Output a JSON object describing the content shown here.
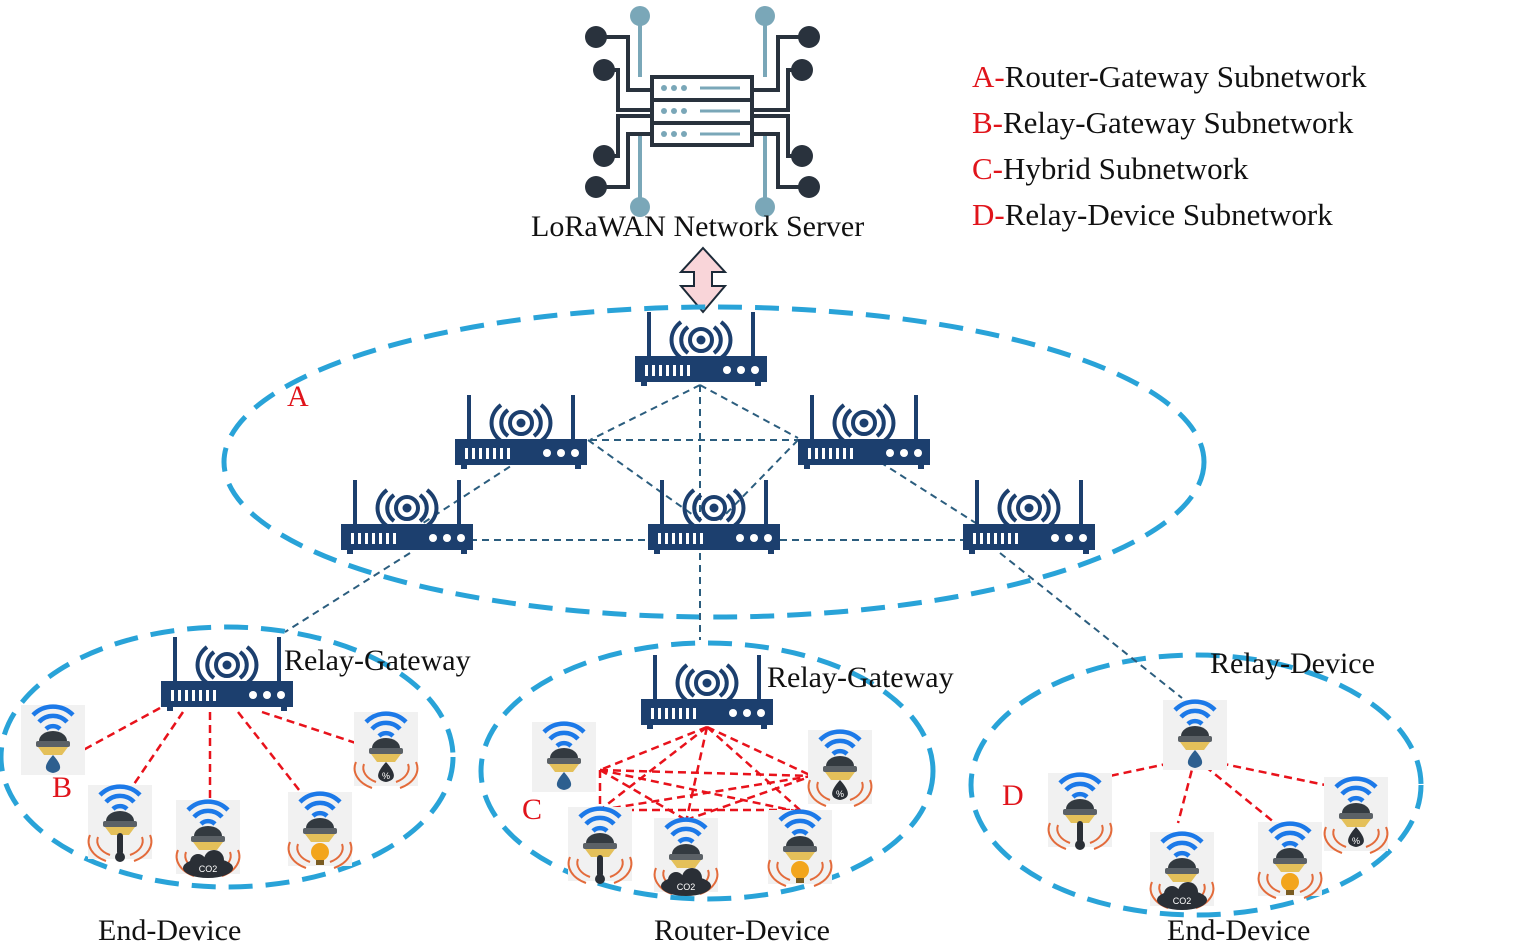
{
  "server": {
    "label": "LoRaWAN Network Server"
  },
  "legend": [
    {
      "key": "A-",
      "text": "Router-Gateway Subnetwork"
    },
    {
      "key": "B-",
      "text": "Relay-Gateway Subnetwork"
    },
    {
      "key": "C-",
      "text": "Hybrid Subnetwork"
    },
    {
      "key": "D-",
      "text": "Relay-Device Subnetwork"
    }
  ],
  "regions": {
    "a": "A",
    "b": "B",
    "c": "C",
    "d": "D"
  },
  "labels": {
    "relay_gateway_left": "Relay-Gateway",
    "relay_gateway_mid": "Relay-Gateway",
    "relay_device": "Relay-Device",
    "end_device_left": "End-Device",
    "router_device": "Router-Device",
    "end_device_right": "End-Device"
  },
  "sensors": {
    "co2_text": "CO2",
    "humidity_text": "%"
  },
  "colors": {
    "dashed_ellipse": "#29a3d8",
    "gateway": "#1c3f6e",
    "link_blue": "#2b5d7e",
    "link_red": "#e8121b",
    "arrow_fill": "#f9d5d9",
    "server_node": "#29323d",
    "server_trace": "#7aa7b8",
    "label_red": "#e0141b"
  }
}
